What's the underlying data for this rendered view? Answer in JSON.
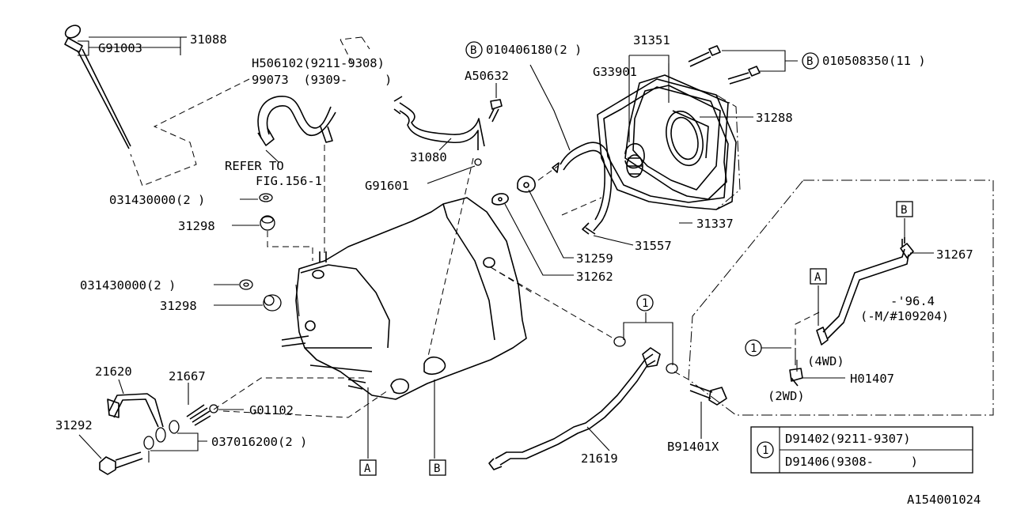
{
  "diagram": {
    "labels": {
      "p31088": "31088",
      "g91003": "G91003",
      "h506102": "H506102(9211-9308)",
      "p99073": "99073  (9309-     )",
      "refer1": "REFER TO",
      "refer2": "FIG.156-1",
      "p031430000a": "031430000(2 )",
      "p31298a": "31298",
      "p031430000b": "031430000(2 )",
      "p31298b": "31298",
      "p21620": "21620",
      "p21667": "21667",
      "g01102": "G01102",
      "p31292": "31292",
      "p037016200": "037016200(2 )",
      "a50632": "A50632",
      "p31080": "31080",
      "g91601": "G91601",
      "b010406180": "010406180(2 )",
      "p31351": "31351",
      "g33901": "G33901",
      "b010508350": "010508350(11 )",
      "p31288": "31288",
      "p31337": "31337",
      "p31557": "31557",
      "p31259": "31259",
      "p31262": "31262",
      "p21619": "21619",
      "b91401x": "B91401X",
      "p31267": "31267",
      "note96": "-'96.4",
      "note109204": "(-M/#109204)",
      "h01407": "H01407",
      "fwd": "(4WD)",
      "twd": "(2WD)",
      "refA": "A",
      "refB": "B",
      "refA2": "A",
      "refB2": "B",
      "circ1": "1",
      "circ1b": "1",
      "circB1": "B",
      "circB2": "B",
      "code": "A154001024"
    },
    "table": {
      "key": "1",
      "rows": [
        "D91402(9211-9307)",
        "D91406(9308-     )"
      ]
    }
  }
}
